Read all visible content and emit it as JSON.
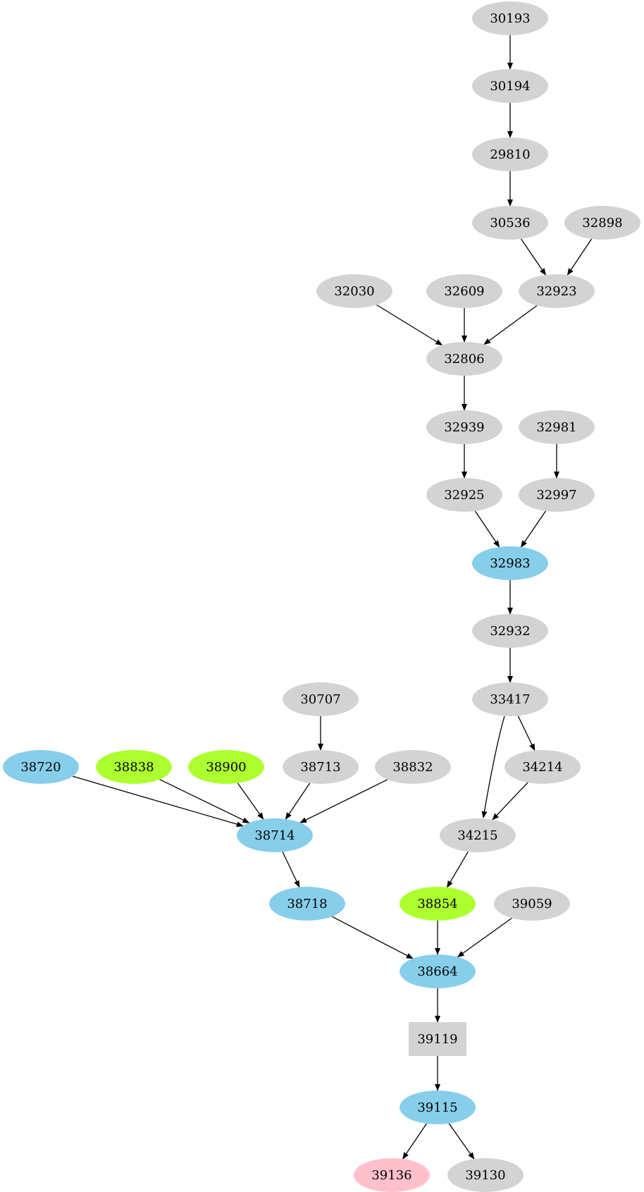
{
  "colors": {
    "gray": "#d3d3d3",
    "blue": "#87ceeb",
    "green": "#adff2f",
    "pink": "#ffc0cb",
    "edge": "#000000",
    "text": "#000000"
  },
  "nodes": [
    {
      "id": "30193",
      "label": "30193",
      "color": "gray",
      "shape": "ellipse"
    },
    {
      "id": "30194",
      "label": "30194",
      "color": "gray",
      "shape": "ellipse"
    },
    {
      "id": "29810",
      "label": "29810",
      "color": "gray",
      "shape": "ellipse"
    },
    {
      "id": "30536",
      "label": "30536",
      "color": "gray",
      "shape": "ellipse"
    },
    {
      "id": "32898",
      "label": "32898",
      "color": "gray",
      "shape": "ellipse"
    },
    {
      "id": "32030",
      "label": "32030",
      "color": "gray",
      "shape": "ellipse"
    },
    {
      "id": "32609",
      "label": "32609",
      "color": "gray",
      "shape": "ellipse"
    },
    {
      "id": "32923",
      "label": "32923",
      "color": "gray",
      "shape": "ellipse"
    },
    {
      "id": "32806",
      "label": "32806",
      "color": "gray",
      "shape": "ellipse"
    },
    {
      "id": "32939",
      "label": "32939",
      "color": "gray",
      "shape": "ellipse"
    },
    {
      "id": "32981",
      "label": "32981",
      "color": "gray",
      "shape": "ellipse"
    },
    {
      "id": "32925",
      "label": "32925",
      "color": "gray",
      "shape": "ellipse"
    },
    {
      "id": "32997",
      "label": "32997",
      "color": "gray",
      "shape": "ellipse"
    },
    {
      "id": "32983",
      "label": "32983",
      "color": "blue",
      "shape": "ellipse"
    },
    {
      "id": "32932",
      "label": "32932",
      "color": "gray",
      "shape": "ellipse"
    },
    {
      "id": "30707",
      "label": "30707",
      "color": "gray",
      "shape": "ellipse"
    },
    {
      "id": "33417",
      "label": "33417",
      "color": "gray",
      "shape": "ellipse"
    },
    {
      "id": "38720",
      "label": "38720",
      "color": "blue",
      "shape": "ellipse"
    },
    {
      "id": "38838",
      "label": "38838",
      "color": "green",
      "shape": "ellipse"
    },
    {
      "id": "38900",
      "label": "38900",
      "color": "green",
      "shape": "ellipse"
    },
    {
      "id": "38713",
      "label": "38713",
      "color": "gray",
      "shape": "ellipse"
    },
    {
      "id": "38832",
      "label": "38832",
      "color": "gray",
      "shape": "ellipse"
    },
    {
      "id": "34214",
      "label": "34214",
      "color": "gray",
      "shape": "ellipse"
    },
    {
      "id": "38714",
      "label": "38714",
      "color": "blue",
      "shape": "ellipse"
    },
    {
      "id": "34215",
      "label": "34215",
      "color": "gray",
      "shape": "ellipse"
    },
    {
      "id": "38718",
      "label": "38718",
      "color": "blue",
      "shape": "ellipse"
    },
    {
      "id": "38854",
      "label": "38854",
      "color": "green",
      "shape": "ellipse"
    },
    {
      "id": "39059",
      "label": "39059",
      "color": "gray",
      "shape": "ellipse"
    },
    {
      "id": "38664",
      "label": "38664",
      "color": "blue",
      "shape": "ellipse"
    },
    {
      "id": "39119",
      "label": "39119",
      "color": "gray",
      "shape": "box"
    },
    {
      "id": "39115",
      "label": "39115",
      "color": "blue",
      "shape": "ellipse"
    },
    {
      "id": "39136",
      "label": "39136",
      "color": "pink",
      "shape": "ellipse"
    },
    {
      "id": "39130",
      "label": "39130",
      "color": "gray",
      "shape": "ellipse"
    }
  ],
  "edges": [
    {
      "from": "30193",
      "to": "30194"
    },
    {
      "from": "30194",
      "to": "29810"
    },
    {
      "from": "29810",
      "to": "30536"
    },
    {
      "from": "30536",
      "to": "32923"
    },
    {
      "from": "32898",
      "to": "32923"
    },
    {
      "from": "32030",
      "to": "32806"
    },
    {
      "from": "32609",
      "to": "32806"
    },
    {
      "from": "32923",
      "to": "32806"
    },
    {
      "from": "32806",
      "to": "32939"
    },
    {
      "from": "32939",
      "to": "32925"
    },
    {
      "from": "32981",
      "to": "32997"
    },
    {
      "from": "32925",
      "to": "32983"
    },
    {
      "from": "32997",
      "to": "32983"
    },
    {
      "from": "32983",
      "to": "32932"
    },
    {
      "from": "32932",
      "to": "33417"
    },
    {
      "from": "33417",
      "to": "34214"
    },
    {
      "from": "33417",
      "to": "34215"
    },
    {
      "from": "34214",
      "to": "34215"
    },
    {
      "from": "30707",
      "to": "38713"
    },
    {
      "from": "38720",
      "to": "38714"
    },
    {
      "from": "38838",
      "to": "38714"
    },
    {
      "from": "38900",
      "to": "38714"
    },
    {
      "from": "38713",
      "to": "38714"
    },
    {
      "from": "38832",
      "to": "38714"
    },
    {
      "from": "38714",
      "to": "38718"
    },
    {
      "from": "34215",
      "to": "38854"
    },
    {
      "from": "38718",
      "to": "38664"
    },
    {
      "from": "38854",
      "to": "38664"
    },
    {
      "from": "39059",
      "to": "38664"
    },
    {
      "from": "38664",
      "to": "39119"
    },
    {
      "from": "39119",
      "to": "39115"
    },
    {
      "from": "39115",
      "to": "39136"
    },
    {
      "from": "39115",
      "to": "39130"
    }
  ]
}
